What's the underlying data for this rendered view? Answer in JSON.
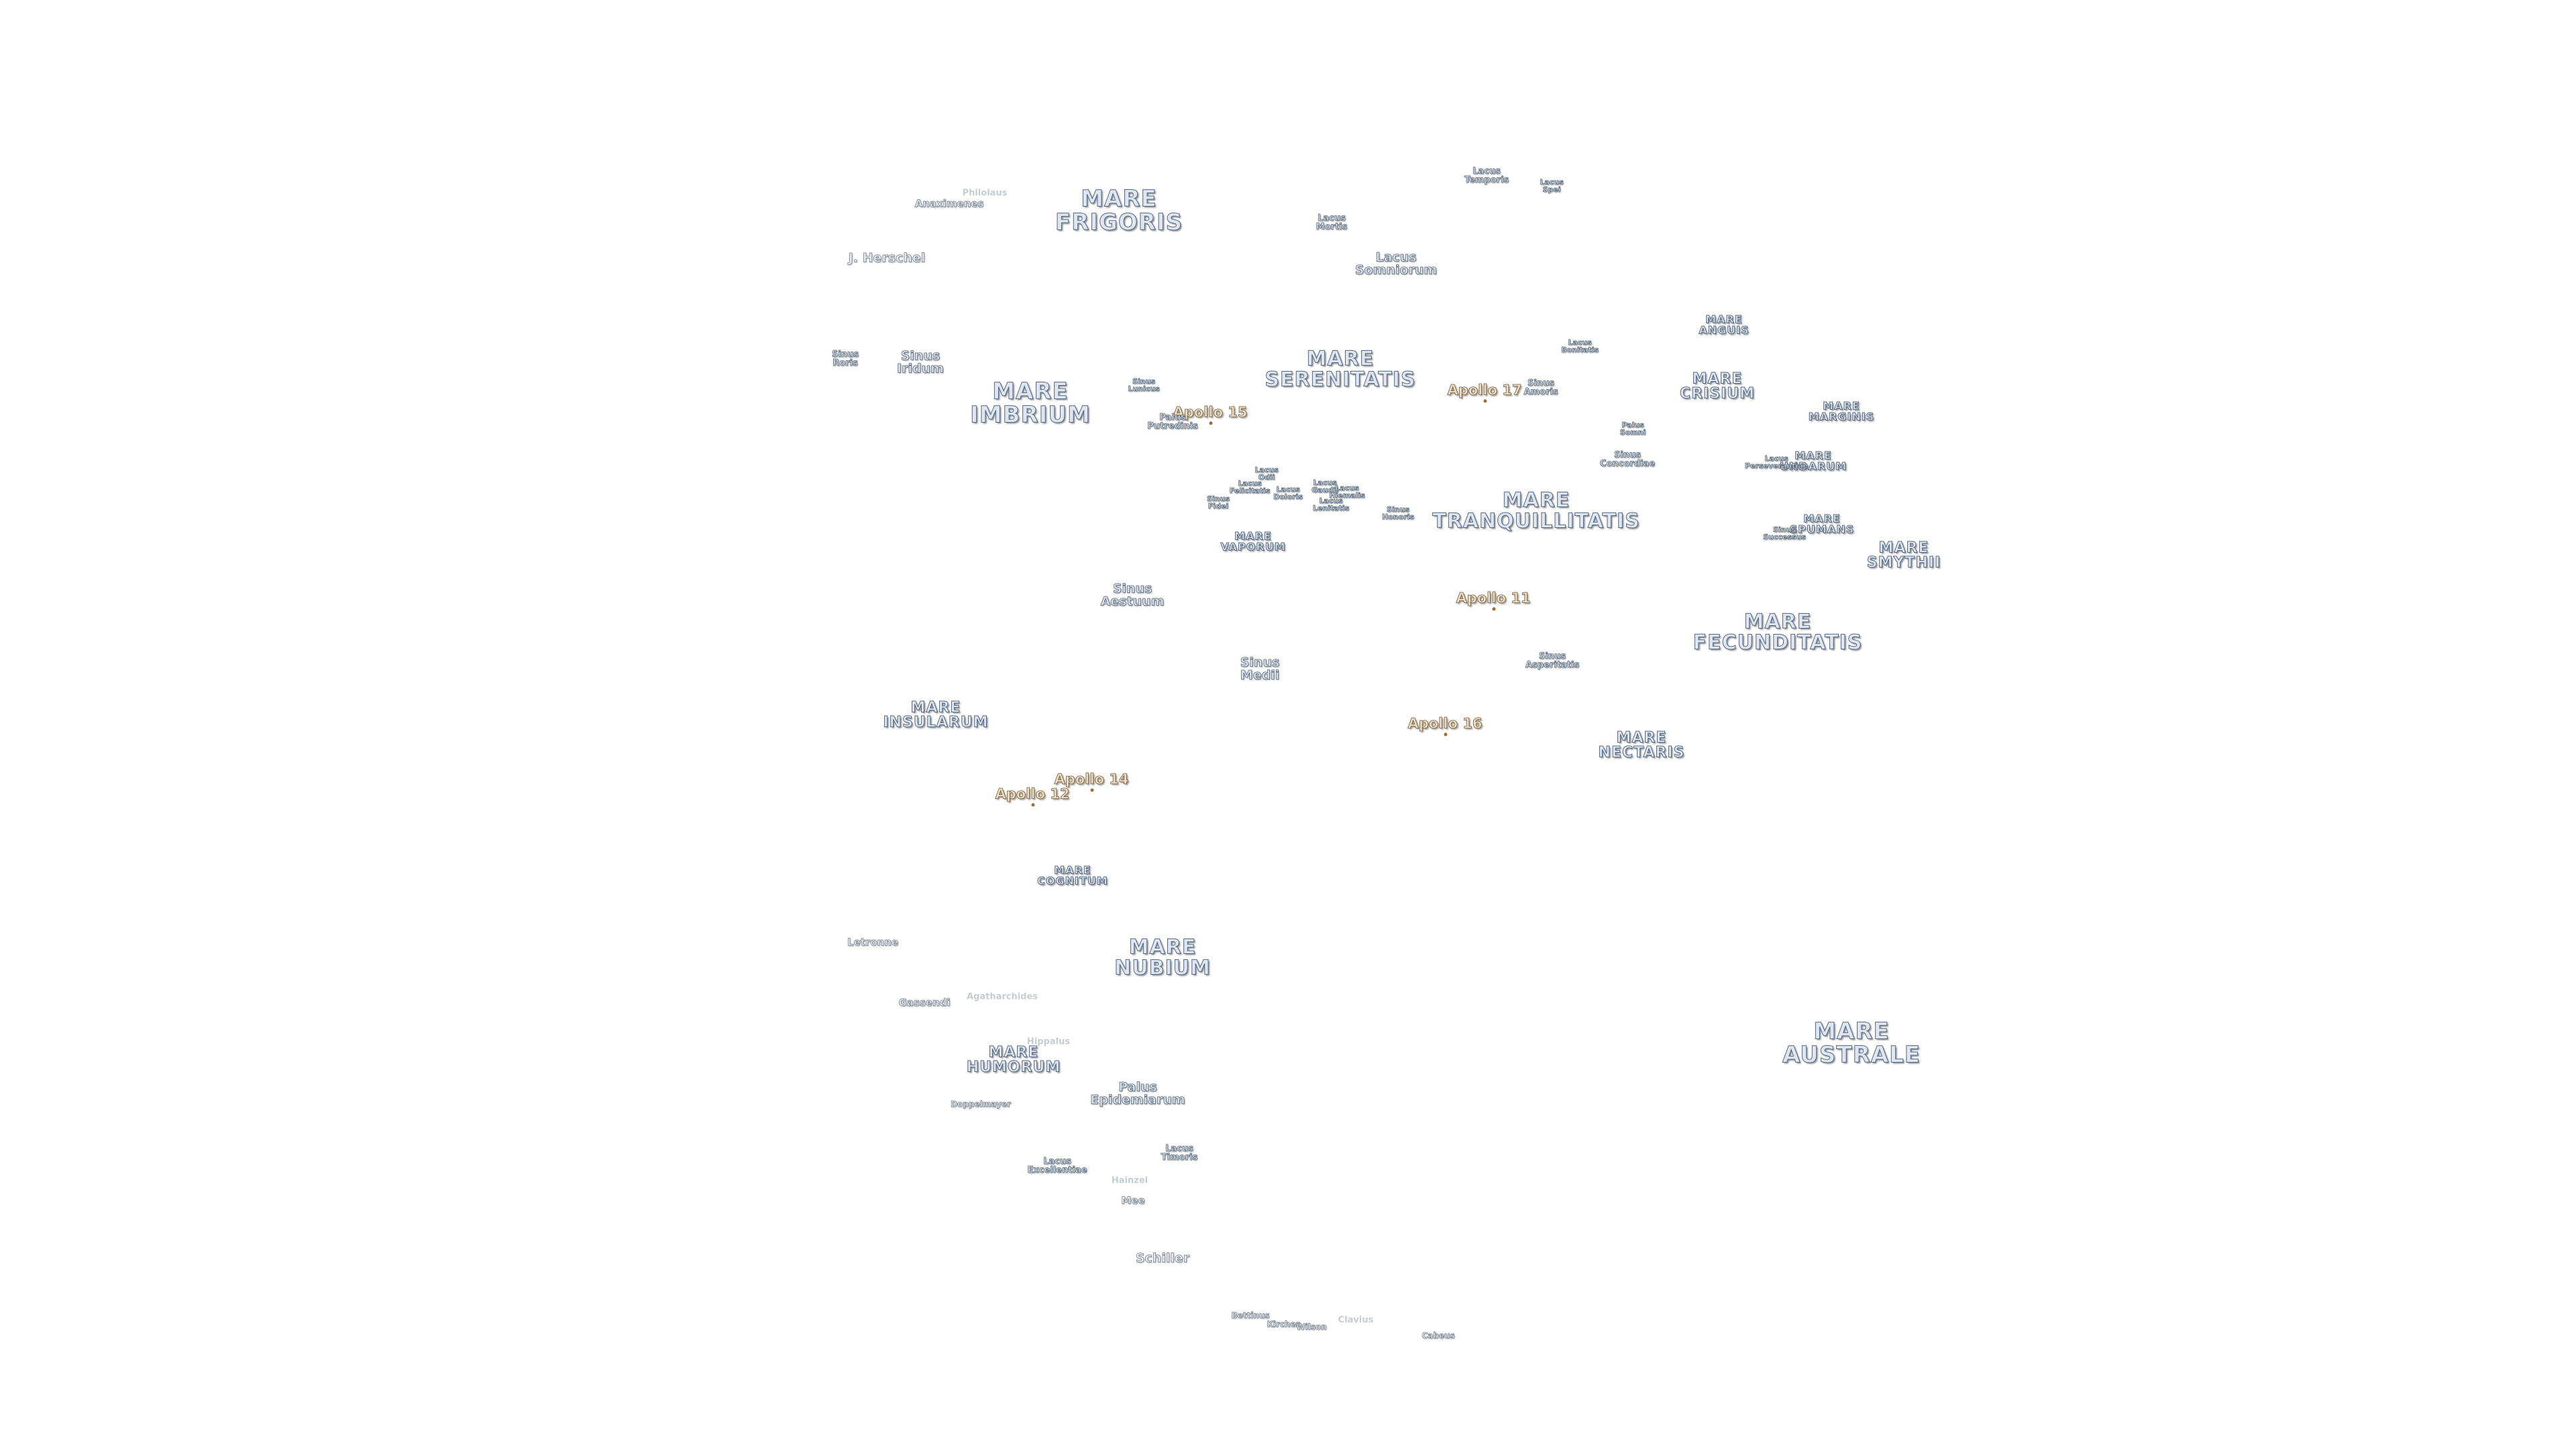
{
  "labels": {
    "mare_frigoris": "MARE\nFRIGORIS",
    "mare_imbrium": "MARE\nIMBRIUM",
    "mare_serenitatis": "MARE\nSERENITATIS",
    "mare_tranquillitatis": "MARE\nTRANQUILLITATIS",
    "mare_crisium": "MARE\nCRISIUM",
    "mare_fecunditatis": "MARE\nFECUNDITATIS",
    "mare_nectaris": "MARE\nNECTARIS",
    "mare_insularum": "MARE\nINSULARUM",
    "mare_cognitum": "MARE\nCOGNITUM",
    "mare_nubium": "MARE\nNUBIUM",
    "mare_humorum": "MARE\nHUMORUM",
    "mare_australe": "MARE\nAUSTRALE",
    "mare_vaporum": "MARE\nVAPORUM",
    "mare_anguis": "MARE\nANGUIS",
    "mare_marginis": "MARE\nMARGINIS",
    "mare_undarum": "MARE\nUNDARUM",
    "mare_spumans": "MARE\nSPUMANS",
    "mare_smythii": "MARE\nSMYTHII",
    "apollo_11": "Apollo 11",
    "apollo_12": "Apollo 12",
    "apollo_14": "Apollo 14",
    "apollo_15": "Apollo 15",
    "apollo_16": "Apollo 16",
    "apollo_17": "Apollo 17",
    "lacus_temporis": "Lacus\nTemporis",
    "lacus_spei": "Lacus\nSpei",
    "lacus_mortis": "Lacus\nMortis",
    "lacus_somniorum": "Lacus\nSomniorum",
    "lacus_bonitatis": "Lacus\nBonitatis",
    "sinus_amoris": "Sinus\nAmoris",
    "palus_somni": "Palus\nSomni",
    "sinus_concordiae": "Sinus\nConcordiae",
    "lacus_perseverantiae": "Lacus\nPerseverantiae",
    "sinus_successus": "Sinus\nSuccessus",
    "sinus_roris": "Sinus\nRoris",
    "sinus_iridum": "Sinus\nIridum",
    "sinus_lunicus": "Sinus\nLunicus",
    "palus_putredinis": "Palus\nPutredinis",
    "lacus_odii": "Lacus\nOdii",
    "lacus_felicitatis": "Lacus\nFelicitatis",
    "sinus_fidei": "Sinus\nFidei",
    "lacus_doloris": "Lacus\nDoloris",
    "lacus_gaudii": "Lacus\nGaudii",
    "lacus_hiemalis": "Lacus\nHiemalis",
    "lacus_lenitatis": "Lacus\nLenitatis",
    "sinus_honoris": "Sinus\nHonoris",
    "sinus_aestuum": "Sinus\nAestuum",
    "sinus_medii": "Sinus\nMedii",
    "sinus_asperitatis": "Sinus\nAsperitatis",
    "palus_epidemiarum": "Palus\nEpidemiarum",
    "lacus_excellentiae": "Lacus\nExcellentiae",
    "lacus_timoris": "Lacus\nTimoris",
    "anaximenes": "Anaximenes",
    "philolaus": "Philolaus",
    "j_herschel": "J. Herschel",
    "letronne": "Letronne",
    "gassendi": "Gassendi",
    "agatharchides": "Agatharchides",
    "hippalus": "Hippalus",
    "doppelmayer": "Doppelmayer",
    "hainzel": "Hainzel",
    "mee": "Mee",
    "schiller": "Schiller",
    "bettinus": "Bettinus",
    "kircher": "Kircher",
    "wilson": "Wilson",
    "clavius": "Clavius",
    "cabeus": "Cabeus"
  }
}
